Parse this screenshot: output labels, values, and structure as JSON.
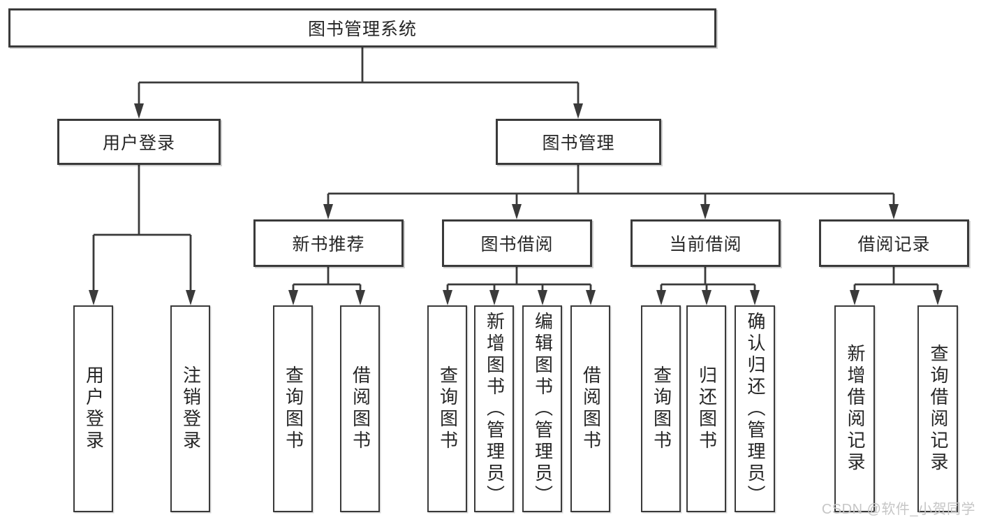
{
  "diagram": {
    "title": {
      "label": "图书管理系统"
    },
    "level2": [
      {
        "label": "用户登录"
      },
      {
        "label": "图书管理"
      }
    ],
    "level3": [
      {
        "label": "新书推荐"
      },
      {
        "label": "图书借阅"
      },
      {
        "label": "当前借阅"
      },
      {
        "label": "借阅记录"
      }
    ],
    "leaves": {
      "user_login": [
        "用户登录",
        "注销登录"
      ],
      "new_book": [
        "查询图书",
        "借阅图书"
      ],
      "book_borrow": [
        "查询图书",
        "新增图书（管理员）",
        "编辑图书（管理员）",
        "借阅图书"
      ],
      "current_borrow": [
        "查询图书",
        "归还图书",
        "确认归还（管理员）"
      ],
      "borrow_record": [
        "新增借阅记录",
        "查询借阅记录"
      ]
    },
    "colors": {
      "line": "#3a3a3a",
      "box_border": "#3a3a3a",
      "text": "#262626",
      "background": "#ffffff",
      "watermark_text": "#c6c6c6"
    }
  },
  "watermark": {
    "label": "CSDN @软件_小贺同学"
  }
}
